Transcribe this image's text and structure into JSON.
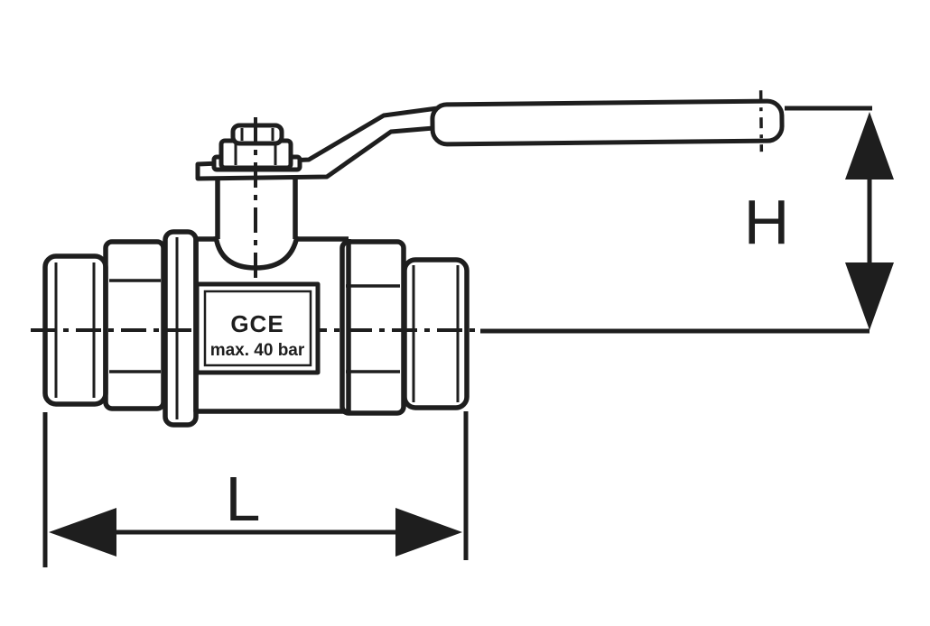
{
  "diagram": {
    "type": "technical-drawing",
    "subject": "ball valve side view with dimension annotations",
    "label_box": {
      "brand": "GCE",
      "rating": "max. 40 bar"
    },
    "dimensions": {
      "height_label": "H",
      "length_label": "L"
    },
    "colors": {
      "line": "#1e1e1e",
      "background": "#ffffff"
    }
  }
}
